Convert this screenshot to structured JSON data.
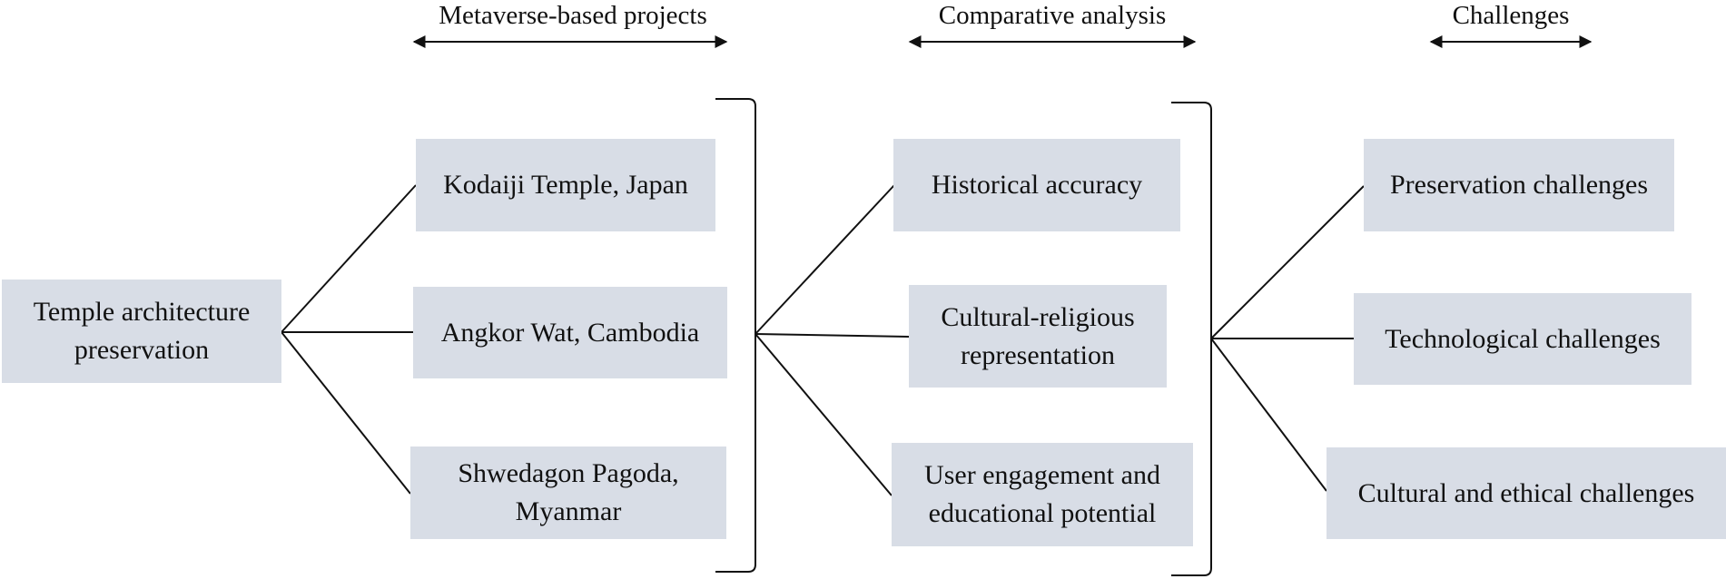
{
  "headers": {
    "projects": "Metaverse-based projects",
    "analysis": "Comparative analysis",
    "challenges": "Challenges"
  },
  "root": {
    "label": "Temple architecture preservation"
  },
  "projects": [
    {
      "label": "Kodaiji Temple, Japan"
    },
    {
      "label": "Angkor Wat, Cambodia"
    },
    {
      "label": "Shwedagon Pagoda, Myanmar"
    }
  ],
  "analysis": [
    {
      "label": "Historical accuracy"
    },
    {
      "label": "Cultural-religious representation"
    },
    {
      "label": "User engagement and educational potential"
    }
  ],
  "challenges": [
    {
      "label": "Preservation challenges"
    },
    {
      "label": "Technological challenges"
    },
    {
      "label": "Cultural and ethical challenges"
    }
  ],
  "colors": {
    "box_fill": "#d8dde6",
    "line": "#111111",
    "text": "#111111"
  }
}
